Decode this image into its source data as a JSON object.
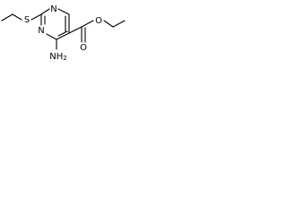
{
  "structure": {
    "atoms": {
      "n_ring_left": "N",
      "n_ring_bottom": "N",
      "sulfur": "S",
      "ester_oxygen_single": "O",
      "ester_oxygen_double": "O",
      "amino_nh2": "NH2",
      "amino_nh": "NH",
      "amino_subscript": "2"
    }
  },
  "colors": {
    "bond": "#000000",
    "text": "#000000",
    "background": "#ffffff"
  }
}
